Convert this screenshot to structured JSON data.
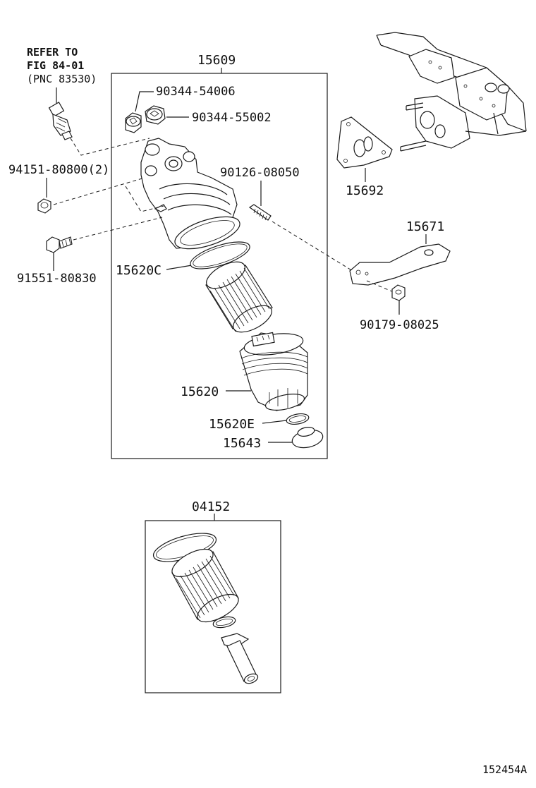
{
  "diagram_id": "152454A",
  "refer_note": {
    "line1": "REFER TO",
    "line2": "FIG 84-01",
    "line3": "(PNC 83530)"
  },
  "parts": {
    "p15609": "15609",
    "p90344_54006": "90344-54006",
    "p90344_55002": "90344-55002",
    "p94151": "94151-80800(2)",
    "p90126": "90126-08050",
    "p15692": "15692",
    "p15671": "15671",
    "p91551": "91551-80830",
    "p15620C": "15620C",
    "p90179": "90179-08025",
    "p15620": "15620",
    "p15620E": "15620E",
    "p15643": "15643",
    "p04152": "04152"
  }
}
